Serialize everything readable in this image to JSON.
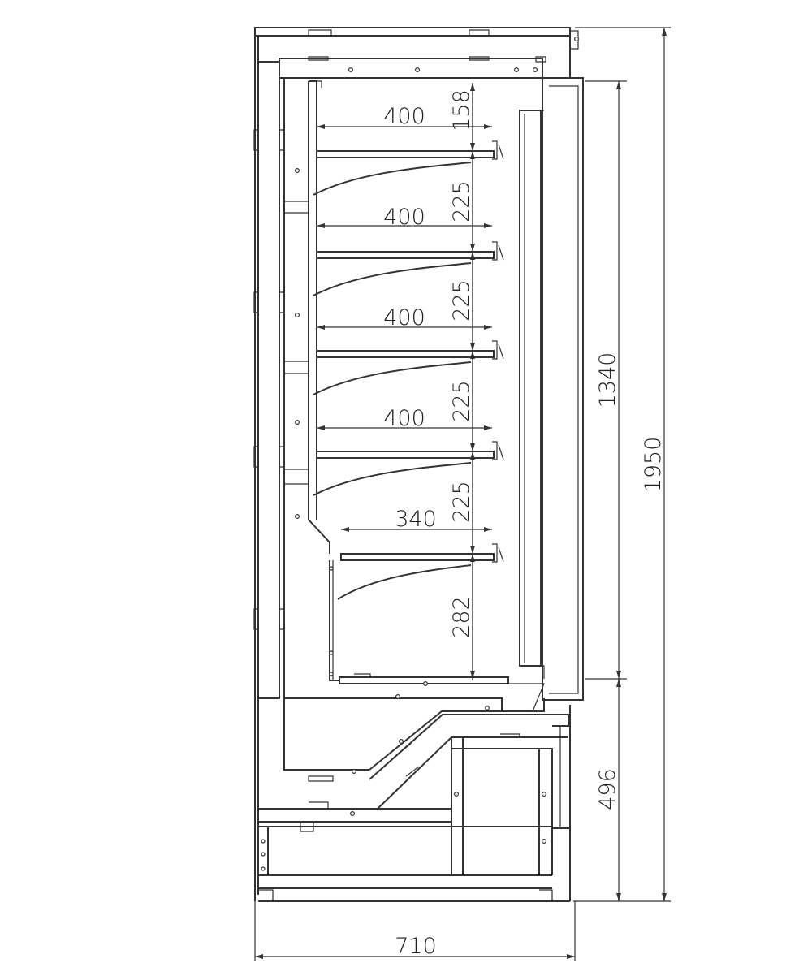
{
  "drawing": {
    "shelf_depths": [
      "400",
      "400",
      "400",
      "400",
      "340"
    ],
    "shelf_spacings": [
      "158",
      "225",
      "225",
      "225",
      "225",
      "282"
    ],
    "opening_height": "1340",
    "total_height": "1950",
    "base_height": "496",
    "total_depth": "710"
  }
}
